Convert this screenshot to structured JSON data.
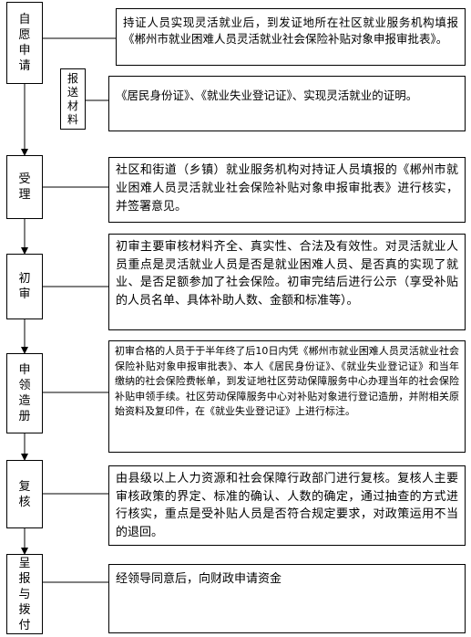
{
  "steps": [
    {
      "label": "自愿申请",
      "description": "持证人员实现灵活就业后，到发证地所在社区就业服务机构填报《郴州市就业困难人员灵活就业社会保险补贴对象申报审批表》。"
    },
    {
      "label": "受理",
      "description": "社区和街道（乡镇）就业服务机构对持证人员填报的《郴州市就业困难人员灵活就业社会保险补贴对象申报审批表》进行核实，并签署意见。"
    },
    {
      "label": "初审",
      "description": "初审主要审核材料齐全、真实性、合法及有效性。对灵活就业人员重点是灵活就业人员是否是就业困难人员、是否真的实现了就业、是否足额参加了社会保险。初审完结后进行公示（享受补贴的人员名单、具体补助人数、金额和标准等）。"
    },
    {
      "label": "申领造册",
      "description": "初审合格的人员于于半年终了后10日内凭《郴州市就业困难人员灵活就业社会保险补贴对象申报审批表》、本人《居民身份证》、《就业失业登记证》和当年缴纳的社会保险费帐单，到发证地社区劳动保障服务中心办理当年的社会保险补贴申领手续。社区劳动保障服务中心对补贴对象进行登记造册，并附相关原始资料及复印件，在《就业失业登记证》上进行标注。"
    },
    {
      "label": "复核",
      "description": "由县级以上人力资源和社会保障行政部门进行复核。复核人主要审核政策的界定、标准的确认、人数的确定，通过抽查的方式进行核实，重点是受补贴人员是否符合规定要求，对政策运用不当的退回。"
    },
    {
      "label": "呈报与拨付",
      "description": "经领导同意后，向财政申请资金"
    }
  ],
  "materials": {
    "label": "报送材料",
    "description": "《居民身份证》、《就业失业登记证》、实现灵活就业的证明。"
  }
}
